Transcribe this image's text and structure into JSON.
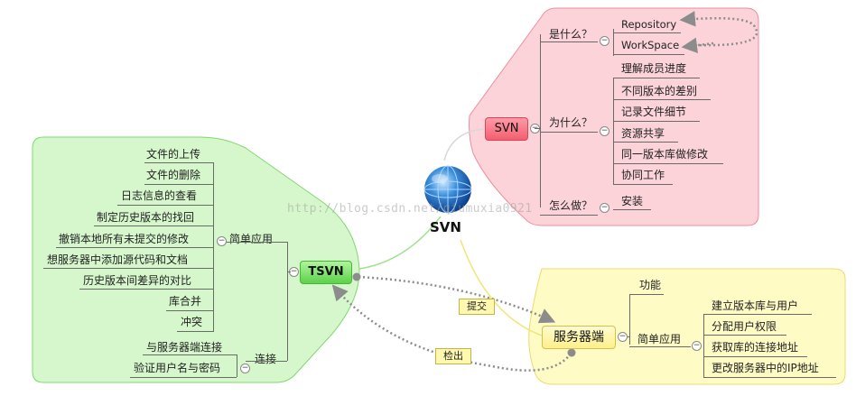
{
  "center": {
    "label": "SVN"
  },
  "watermark": "http://blog.csdn.net/qiumuxia0921",
  "svn_branch": {
    "label": "SVN",
    "what": {
      "label": "是什么？",
      "items": [
        "Repository",
        "WorkSpace"
      ]
    },
    "why": {
      "label": "为什么？",
      "items": [
        "理解成员进度",
        "不同版本的差别",
        "记录文件细节",
        "资源共享",
        "同一版本库做修改",
        "协同工作"
      ]
    },
    "how": {
      "label": "怎么做？",
      "items": [
        "安装"
      ]
    }
  },
  "tsvn_branch": {
    "label": "TSVN",
    "simple": {
      "label": "简单应用",
      "items": [
        "文件的上传",
        "文件的删除",
        "日志信息的查看",
        "制定历史版本的找回",
        "撤销本地所有未提交的修改",
        "想服务器中添加源代码和文档",
        "历史版本间差异的对比",
        "库合并",
        "冲突"
      ]
    },
    "connect": {
      "label": "连接",
      "items": [
        "与服务器端连接",
        "验证用户名与密码"
      ]
    }
  },
  "server_branch": {
    "label": "服务器端",
    "function": {
      "label": "功能"
    },
    "simple": {
      "label": "简单应用",
      "items": [
        "建立版本库与用户",
        "分配用户权限",
        "获取库的连接地址",
        "更改服务器中的IP地址"
      ]
    }
  },
  "relations": {
    "commit": "提交",
    "checkout": "检出"
  },
  "colors": {
    "svn_area": "#fbd3d9",
    "svn_border": "#ef8e9c",
    "tsvn_area": "#d6f7cc",
    "tsvn_border": "#7ed86e",
    "server_area": "#fffbc4",
    "server_border": "#e8dc6c"
  }
}
